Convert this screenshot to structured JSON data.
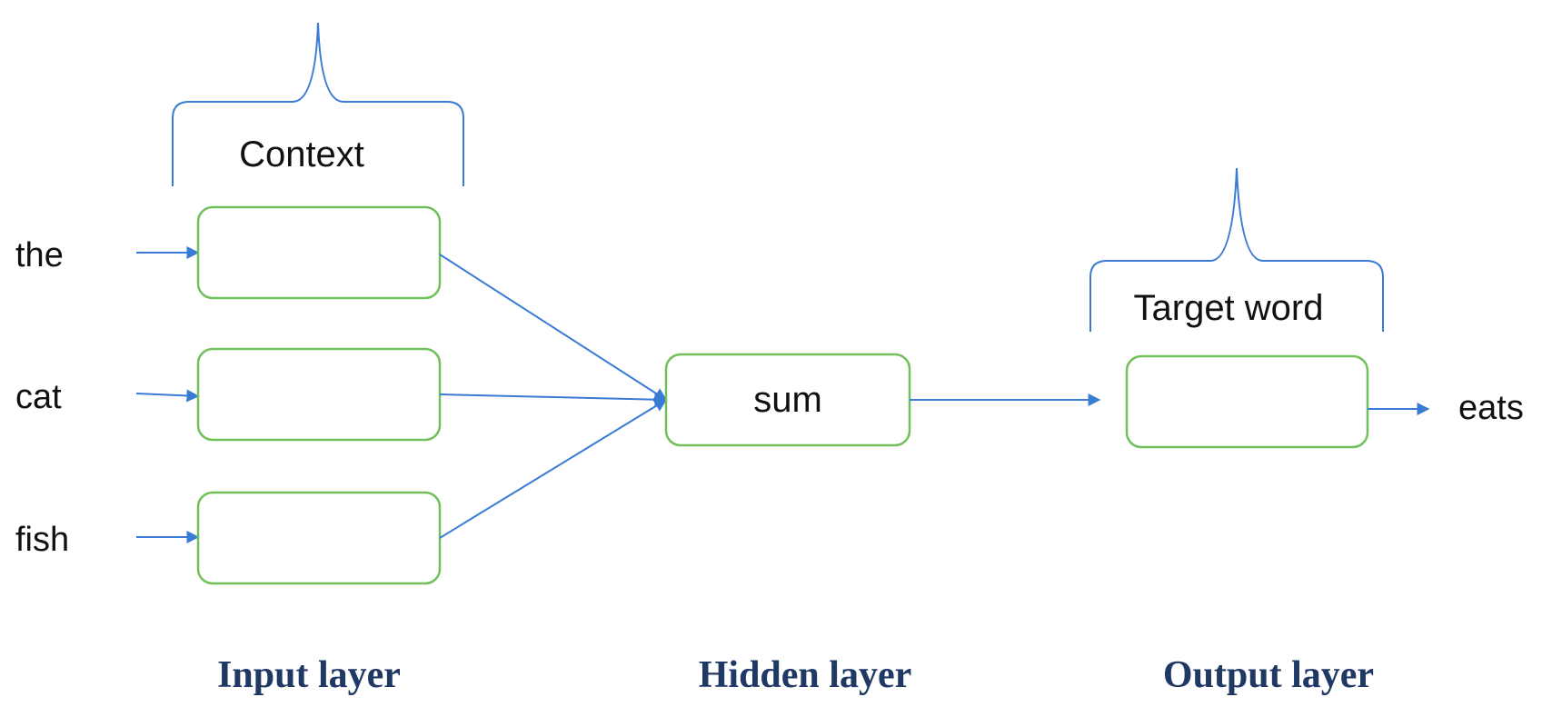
{
  "inputs": {
    "words": [
      "the",
      "cat",
      "fish"
    ]
  },
  "labels": {
    "context": "Context",
    "sum": "sum",
    "target_word": "Target word",
    "output_word": "eats"
  },
  "layers": {
    "input": "Input layer",
    "hidden": "Hidden layer",
    "output": "Output layer"
  },
  "colors": {
    "box_border": "#70c15a",
    "arrow": "#3a7bd5",
    "layer_title": "#1f3864"
  }
}
